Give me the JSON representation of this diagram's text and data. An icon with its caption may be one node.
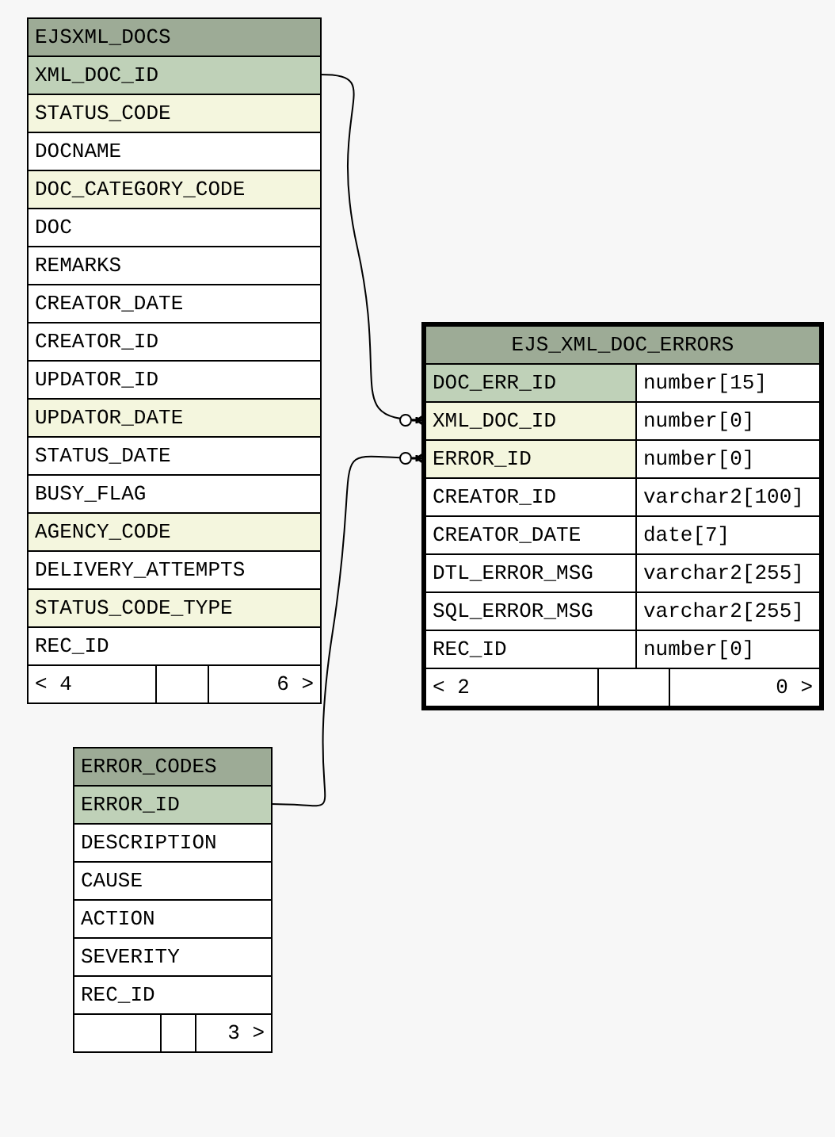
{
  "diagram": {
    "nodes": [
      {
        "text": [
          "EJSXML_DOCS"
        ]
      },
      {
        "text": [
          "XML_DOC_ID"
        ],
        "in": 0
      },
      {
        "text": [
          "STATUS_CODE"
        ],
        "in": 0
      },
      {
        "text": [
          "DOCNAME"
        ],
        "in": 0
      },
      {
        "text": [
          "DOC_CATEGORY_CODE"
        ],
        "in": 0
      },
      {
        "text": [
          "DOC"
        ],
        "in": 0
      },
      {
        "text": [
          "REMARKS"
        ],
        "in": 0
      },
      {
        "text": [
          "CREATOR_DATE"
        ],
        "in": 0
      },
      {
        "text": [
          "CREATOR_ID"
        ],
        "in": 0
      },
      {
        "text": [
          "UPDATOR_ID"
        ],
        "in": 0
      },
      {
        "text": [
          "UPDATOR_DATE"
        ],
        "in": 0
      },
      {
        "text": [
          "STATUS_DATE"
        ],
        "in": 0
      },
      {
        "text": [
          "BUSY_FLAG"
        ],
        "in": 0
      },
      {
        "text": [
          "AGENCY_CODE"
        ],
        "in": 0
      },
      {
        "text": [
          "DELIVERY_ATTEMPTS"
        ],
        "in": 0
      },
      {
        "text": [
          "STATUS_CODE_TYPE"
        ],
        "in": 0
      },
      {
        "text": [
          "REC_ID"
        ],
        "in": 0
      },
      {
        "text": [
          "< 4",
          "6 >"
        ],
        "in": 0
      },
      {
        "text": [
          "EJS_XML_DOC_ERRORS"
        ]
      },
      {
        "text": [
          "DOC_ERR_ID",
          "number[15]"
        ],
        "in": 18
      },
      {
        "text": [
          "XML_DOC_ID",
          "number[0]"
        ],
        "in": 18
      },
      {
        "text": [
          "ERROR_ID",
          "number[0]"
        ],
        "in": 18
      },
      {
        "text": [
          "CREATOR_ID",
          "varchar2[100]"
        ],
        "in": 18
      },
      {
        "text": [
          "CREATOR_DATE",
          "date[7]"
        ],
        "in": 18
      },
      {
        "text": [
          "DTL_ERROR_MSG",
          "varchar2[255]"
        ],
        "in": 18
      },
      {
        "text": [
          "SQL_ERROR_MSG",
          "varchar2[255]"
        ],
        "in": 18
      },
      {
        "text": [
          "REC_ID",
          "number[0]"
        ],
        "in": 18
      },
      {
        "text": [
          "< 2",
          "0 >"
        ],
        "in": 18
      },
      {
        "text": [
          "ERROR_CODES"
        ]
      },
      {
        "text": [
          "ERROR_ID"
        ],
        "in": 28
      },
      {
        "text": [
          "DESCRIPTION"
        ],
        "in": 28
      },
      {
        "text": [
          "CAUSE"
        ],
        "in": 28
      },
      {
        "text": [
          "ACTION"
        ],
        "in": 28
      },
      {
        "text": [
          "SEVERITY"
        ],
        "in": 28
      },
      {
        "text": [
          "REC_ID"
        ],
        "in": 28
      },
      {
        "text": [
          "3 >"
        ],
        "in": 28
      }
    ],
    "edges": [
      {
        "from": 1,
        "to": 20,
        "arrow": "other"
      },
      {
        "from": 29,
        "to": 21,
        "arrow": "other"
      }
    ]
  }
}
